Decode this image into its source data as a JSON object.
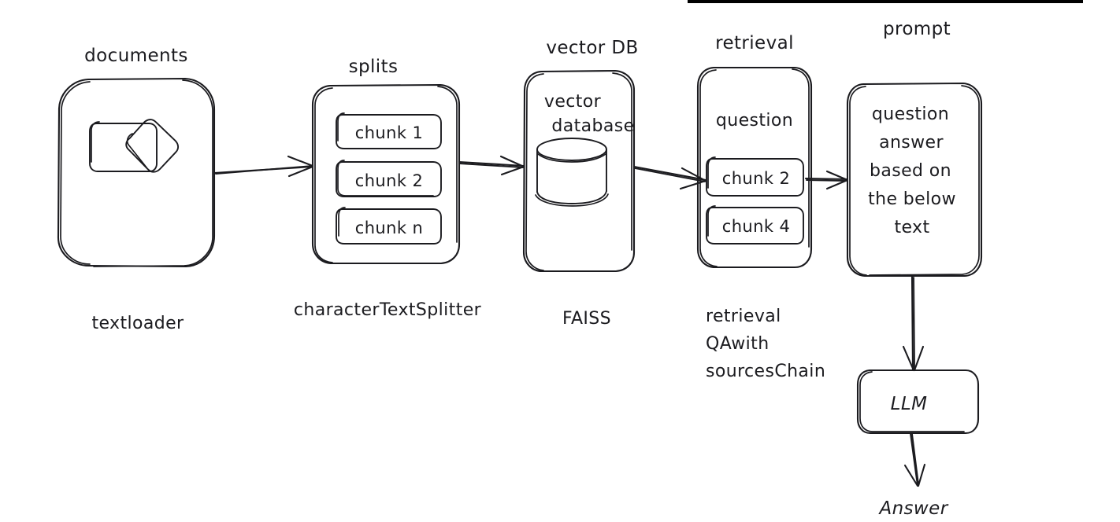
{
  "diagram": {
    "title": "RAG pipeline hand-drawn diagram",
    "style": "hand-drawn sketch",
    "stroke_color": "#1b1b1f",
    "background_color": "#ffffff",
    "accent_bar_color": "#000000"
  },
  "nodes": {
    "documents": {
      "title": "documents",
      "caption": "textloader",
      "icon": "documents-stack-icon"
    },
    "splits": {
      "title": "splits",
      "caption": "characterTextSplitter",
      "chunks": [
        "chunk 1",
        "chunk 2",
        "chunk n"
      ]
    },
    "vector_db": {
      "title": "vector DB",
      "caption": "FAISS",
      "body_line1": "vector",
      "body_line2": "database",
      "icon": "database-cylinder-icon"
    },
    "retrieval": {
      "title": "retrieval",
      "caption_line1": "retrieval",
      "caption_line2": "QAwith",
      "caption_line3": "sourcesChain",
      "question_label": "question",
      "chunks": [
        "chunk 2",
        "chunk 4"
      ]
    },
    "prompt": {
      "title": "prompt",
      "lines": [
        "question",
        "answer",
        "based on",
        "the below",
        "text"
      ]
    },
    "llm": {
      "label": "LLM"
    },
    "answer": {
      "label": "Answer"
    }
  },
  "connections": [
    {
      "from": "documents",
      "to": "splits",
      "type": "arrow"
    },
    {
      "from": "splits",
      "to": "vector_db",
      "type": "arrow"
    },
    {
      "from": "vector_db",
      "to": "retrieval",
      "type": "arrow"
    },
    {
      "from": "retrieval",
      "to": "prompt",
      "type": "arrow"
    },
    {
      "from": "prompt",
      "to": "llm",
      "type": "arrow"
    },
    {
      "from": "llm",
      "to": "answer",
      "type": "arrow"
    }
  ]
}
